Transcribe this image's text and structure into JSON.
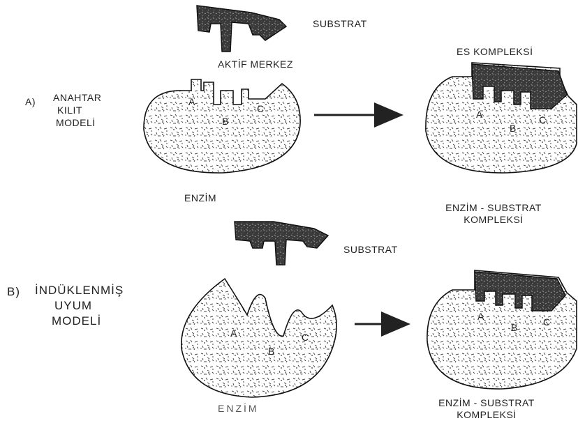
{
  "model_a": {
    "letter": "A)",
    "title_lines": [
      "ANAHTAR",
      "KILIT",
      "MODELİ"
    ],
    "substrate_label": "SUBSTRAT",
    "active_site_label": "AKTİF MERKEZ",
    "enzyme_label": "ENZİM",
    "complex_top_label": "ES KOMPLEKSİ",
    "complex_bottom_label_lines": [
      "ENZİM - SUBSTRAT",
      "KOMPLEKSİ"
    ],
    "site_letters": [
      "A",
      "B",
      "C"
    ]
  },
  "model_b": {
    "letter": "B)",
    "title_lines": [
      "İNDÜKLENMİŞ",
      "UYUM",
      "MODELİ"
    ],
    "substrate_label": "SUBSTRAT",
    "enzyme_label": "ENZİM",
    "complex_bottom_label_lines": [
      "ENZİM - SUBSTRAT",
      "KOMPLEKSİ"
    ],
    "site_letters": [
      "A",
      "B",
      "C"
    ]
  }
}
